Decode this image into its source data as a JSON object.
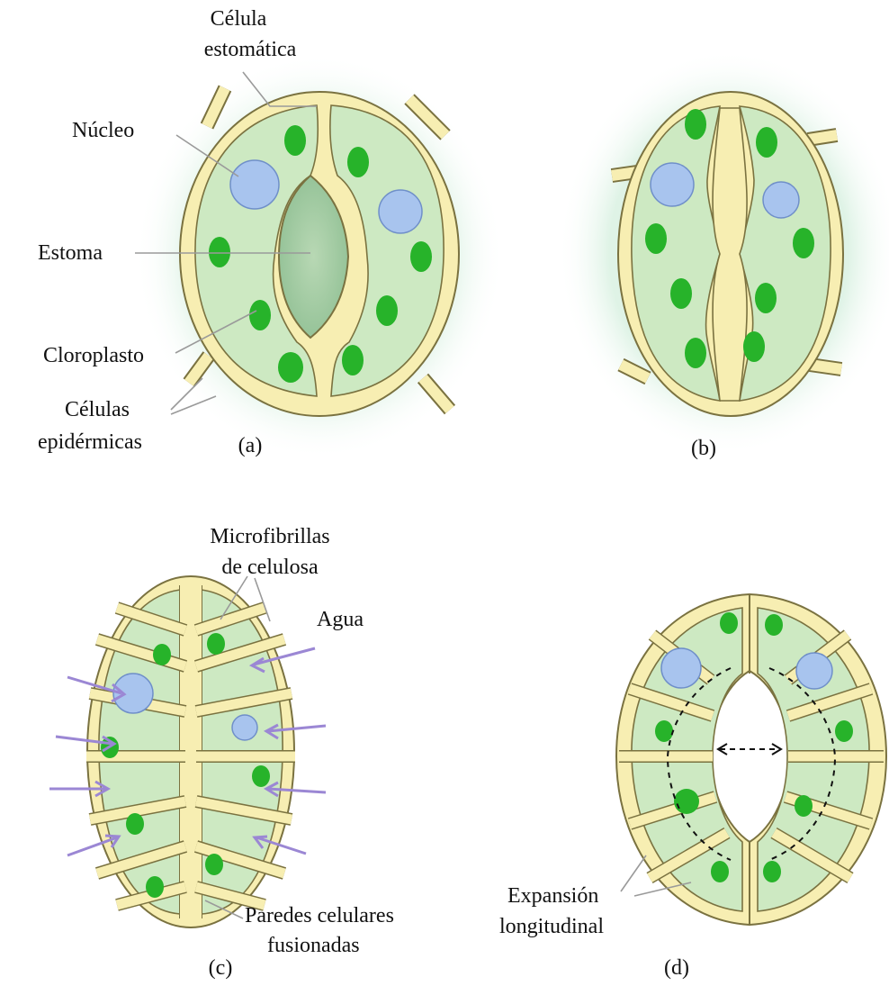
{
  "panels": {
    "a": {
      "caption": "(a)",
      "labels": {
        "guard_cell_1": "Célula",
        "guard_cell_2": "estomática",
        "nucleus": "Núcleo",
        "stoma": "Estoma",
        "chloroplast": "Cloroplasto",
        "epidermal_1": "Células",
        "epidermal_2": "epidérmicas"
      }
    },
    "b": {
      "caption": "(b)"
    },
    "c": {
      "caption": "(c)",
      "labels": {
        "microfibrils_1": "Microfibrillas",
        "microfibrils_2": "de celulosa",
        "water": "Agua",
        "fused_walls_1": "Paredes celulares",
        "fused_walls_2": "fusionadas"
      }
    },
    "d": {
      "caption": "(d)",
      "labels": {
        "expansion_1": "Expansión",
        "expansion_2": "longitudinal"
      }
    }
  },
  "colors": {
    "cell_wall": "#f7eeb2",
    "cytoplasm": "#cde9c2",
    "chloroplast": "#27b32a",
    "nucleus": "#a8c4ee",
    "water_arrow": "#9b87d4",
    "halo": "#dff3e6"
  }
}
